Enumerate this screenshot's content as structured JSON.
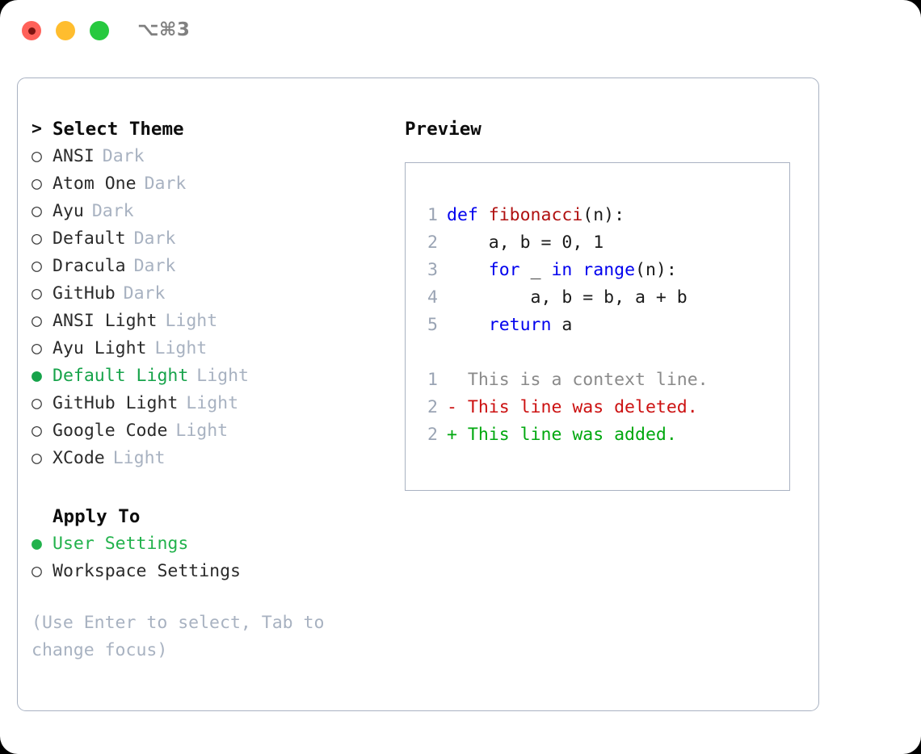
{
  "window": {
    "title": "⌥⌘3",
    "traffic_lights": [
      {
        "name": "close",
        "color": "#ff6159"
      },
      {
        "name": "minimize",
        "color": "#ffbd2e"
      },
      {
        "name": "zoom",
        "color": "#27c93f"
      }
    ]
  },
  "theme_panel": {
    "header": "Select Theme",
    "caret": ">",
    "bullet_on": "●",
    "bullet_off": "○",
    "items": [
      {
        "label": "ANSI",
        "tag": "Dark",
        "selected": false
      },
      {
        "label": "Atom One",
        "tag": "Dark",
        "selected": false
      },
      {
        "label": "Ayu",
        "tag": "Dark",
        "selected": false
      },
      {
        "label": "Default",
        "tag": "Dark",
        "selected": false
      },
      {
        "label": "Dracula",
        "tag": "Dark",
        "selected": false
      },
      {
        "label": "GitHub",
        "tag": "Dark",
        "selected": false
      },
      {
        "label": "ANSI Light",
        "tag": "Light",
        "selected": false
      },
      {
        "label": "Ayu Light",
        "tag": "Light",
        "selected": false
      },
      {
        "label": "Default Light",
        "tag": "Light",
        "selected": true
      },
      {
        "label": "GitHub Light",
        "tag": "Light",
        "selected": false
      },
      {
        "label": "Google Code",
        "tag": "Light",
        "selected": false
      },
      {
        "label": "XCode",
        "tag": "Light",
        "selected": false
      }
    ]
  },
  "apply_to": {
    "header": "Apply To",
    "items": [
      {
        "label": "User Settings",
        "selected": true
      },
      {
        "label": "Workspace Settings",
        "selected": false
      }
    ]
  },
  "hint": "(Use Enter to select, Tab to change focus)",
  "preview": {
    "header": "Preview",
    "code_lines": [
      {
        "num": "1",
        "tokens": [
          {
            "t": "def ",
            "c": "kw"
          },
          {
            "t": "fibonacci",
            "c": "fn"
          },
          {
            "t": "(n):",
            "c": "pl"
          }
        ]
      },
      {
        "num": "2",
        "tokens": [
          {
            "t": "    a, b = 0, 1",
            "c": "pl"
          }
        ]
      },
      {
        "num": "3",
        "tokens": [
          {
            "t": "    ",
            "c": "pl"
          },
          {
            "t": "for",
            "c": "kw"
          },
          {
            "t": " _ ",
            "c": "pl"
          },
          {
            "t": "in range",
            "c": "kw"
          },
          {
            "t": "(n):",
            "c": "pl"
          }
        ]
      },
      {
        "num": "4",
        "tokens": [
          {
            "t": "        a, b = b, a + b",
            "c": "pl"
          }
        ]
      },
      {
        "num": "5",
        "tokens": [
          {
            "t": "    ",
            "c": "pl"
          },
          {
            "t": "return",
            "c": "kw"
          },
          {
            "t": " a",
            "c": "pl"
          }
        ]
      }
    ],
    "diff_lines": [
      {
        "num": "1",
        "marker": " ",
        "text": " This is a context line.",
        "kind": "dctx"
      },
      {
        "num": "2",
        "marker": "-",
        "text": " This line was deleted.",
        "kind": "ddel"
      },
      {
        "num": "2",
        "marker": "+",
        "text": " This line was added.",
        "kind": "dadd"
      }
    ]
  },
  "colors": {
    "selected_green": "#16a34a",
    "apply_green": "#22b24c",
    "tag_gray": "#a8b2c1",
    "border": "#a9b2c2",
    "keyword_blue": "#0000ee",
    "function_red": "#b01010",
    "diff_add": "#00a80f",
    "diff_del": "#cc1111",
    "diff_ctx": "#8a8a8a"
  }
}
